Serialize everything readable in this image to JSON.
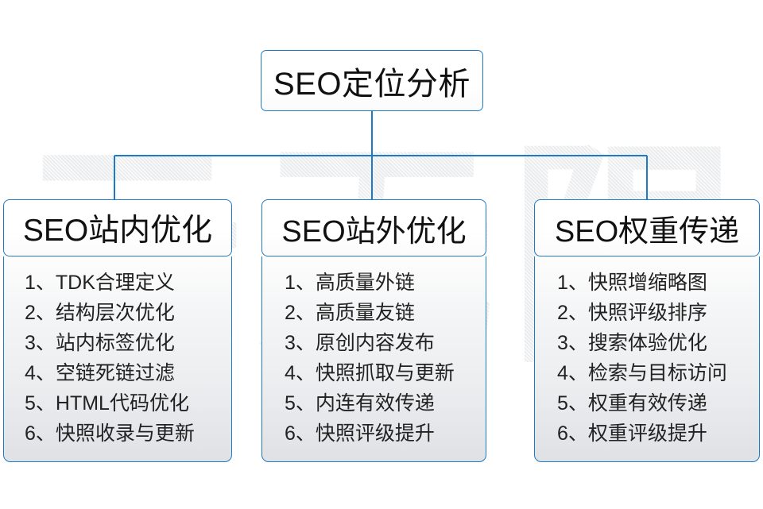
{
  "watermark": {
    "text": "云无限"
  },
  "colors": {
    "border_blue": "#1f7ac6",
    "connector_blue": "#1f7ac6",
    "text_dark": "#111111",
    "body_gray": "#e3e5e8",
    "page_background": "#ffffff"
  },
  "diagram": {
    "type": "tree",
    "root": {
      "label": "SEO定位分析"
    },
    "branches": [
      {
        "label": "SEO站内优化",
        "items": [
          "1、TDK合理定义",
          "2、结构层次优化",
          "3、站内标签优化",
          "4、空链死链过滤",
          "5、HTML代码优化",
          "6、快照收录与更新"
        ]
      },
      {
        "label": "SEO站外优化",
        "items": [
          "1、高质量外链",
          "2、高质量友链",
          "3、原创内容发布",
          "4、快照抓取与更新",
          "5、内连有效传递",
          "6、快照评级提升"
        ]
      },
      {
        "label": "SEO权重传递",
        "items": [
          "1、快照增缩略图",
          "2、快照评级排序",
          "3、搜索体验优化",
          "4、检索与目标访问",
          "5、权重有效传递",
          "6、权重评级提升"
        ]
      }
    ]
  }
}
